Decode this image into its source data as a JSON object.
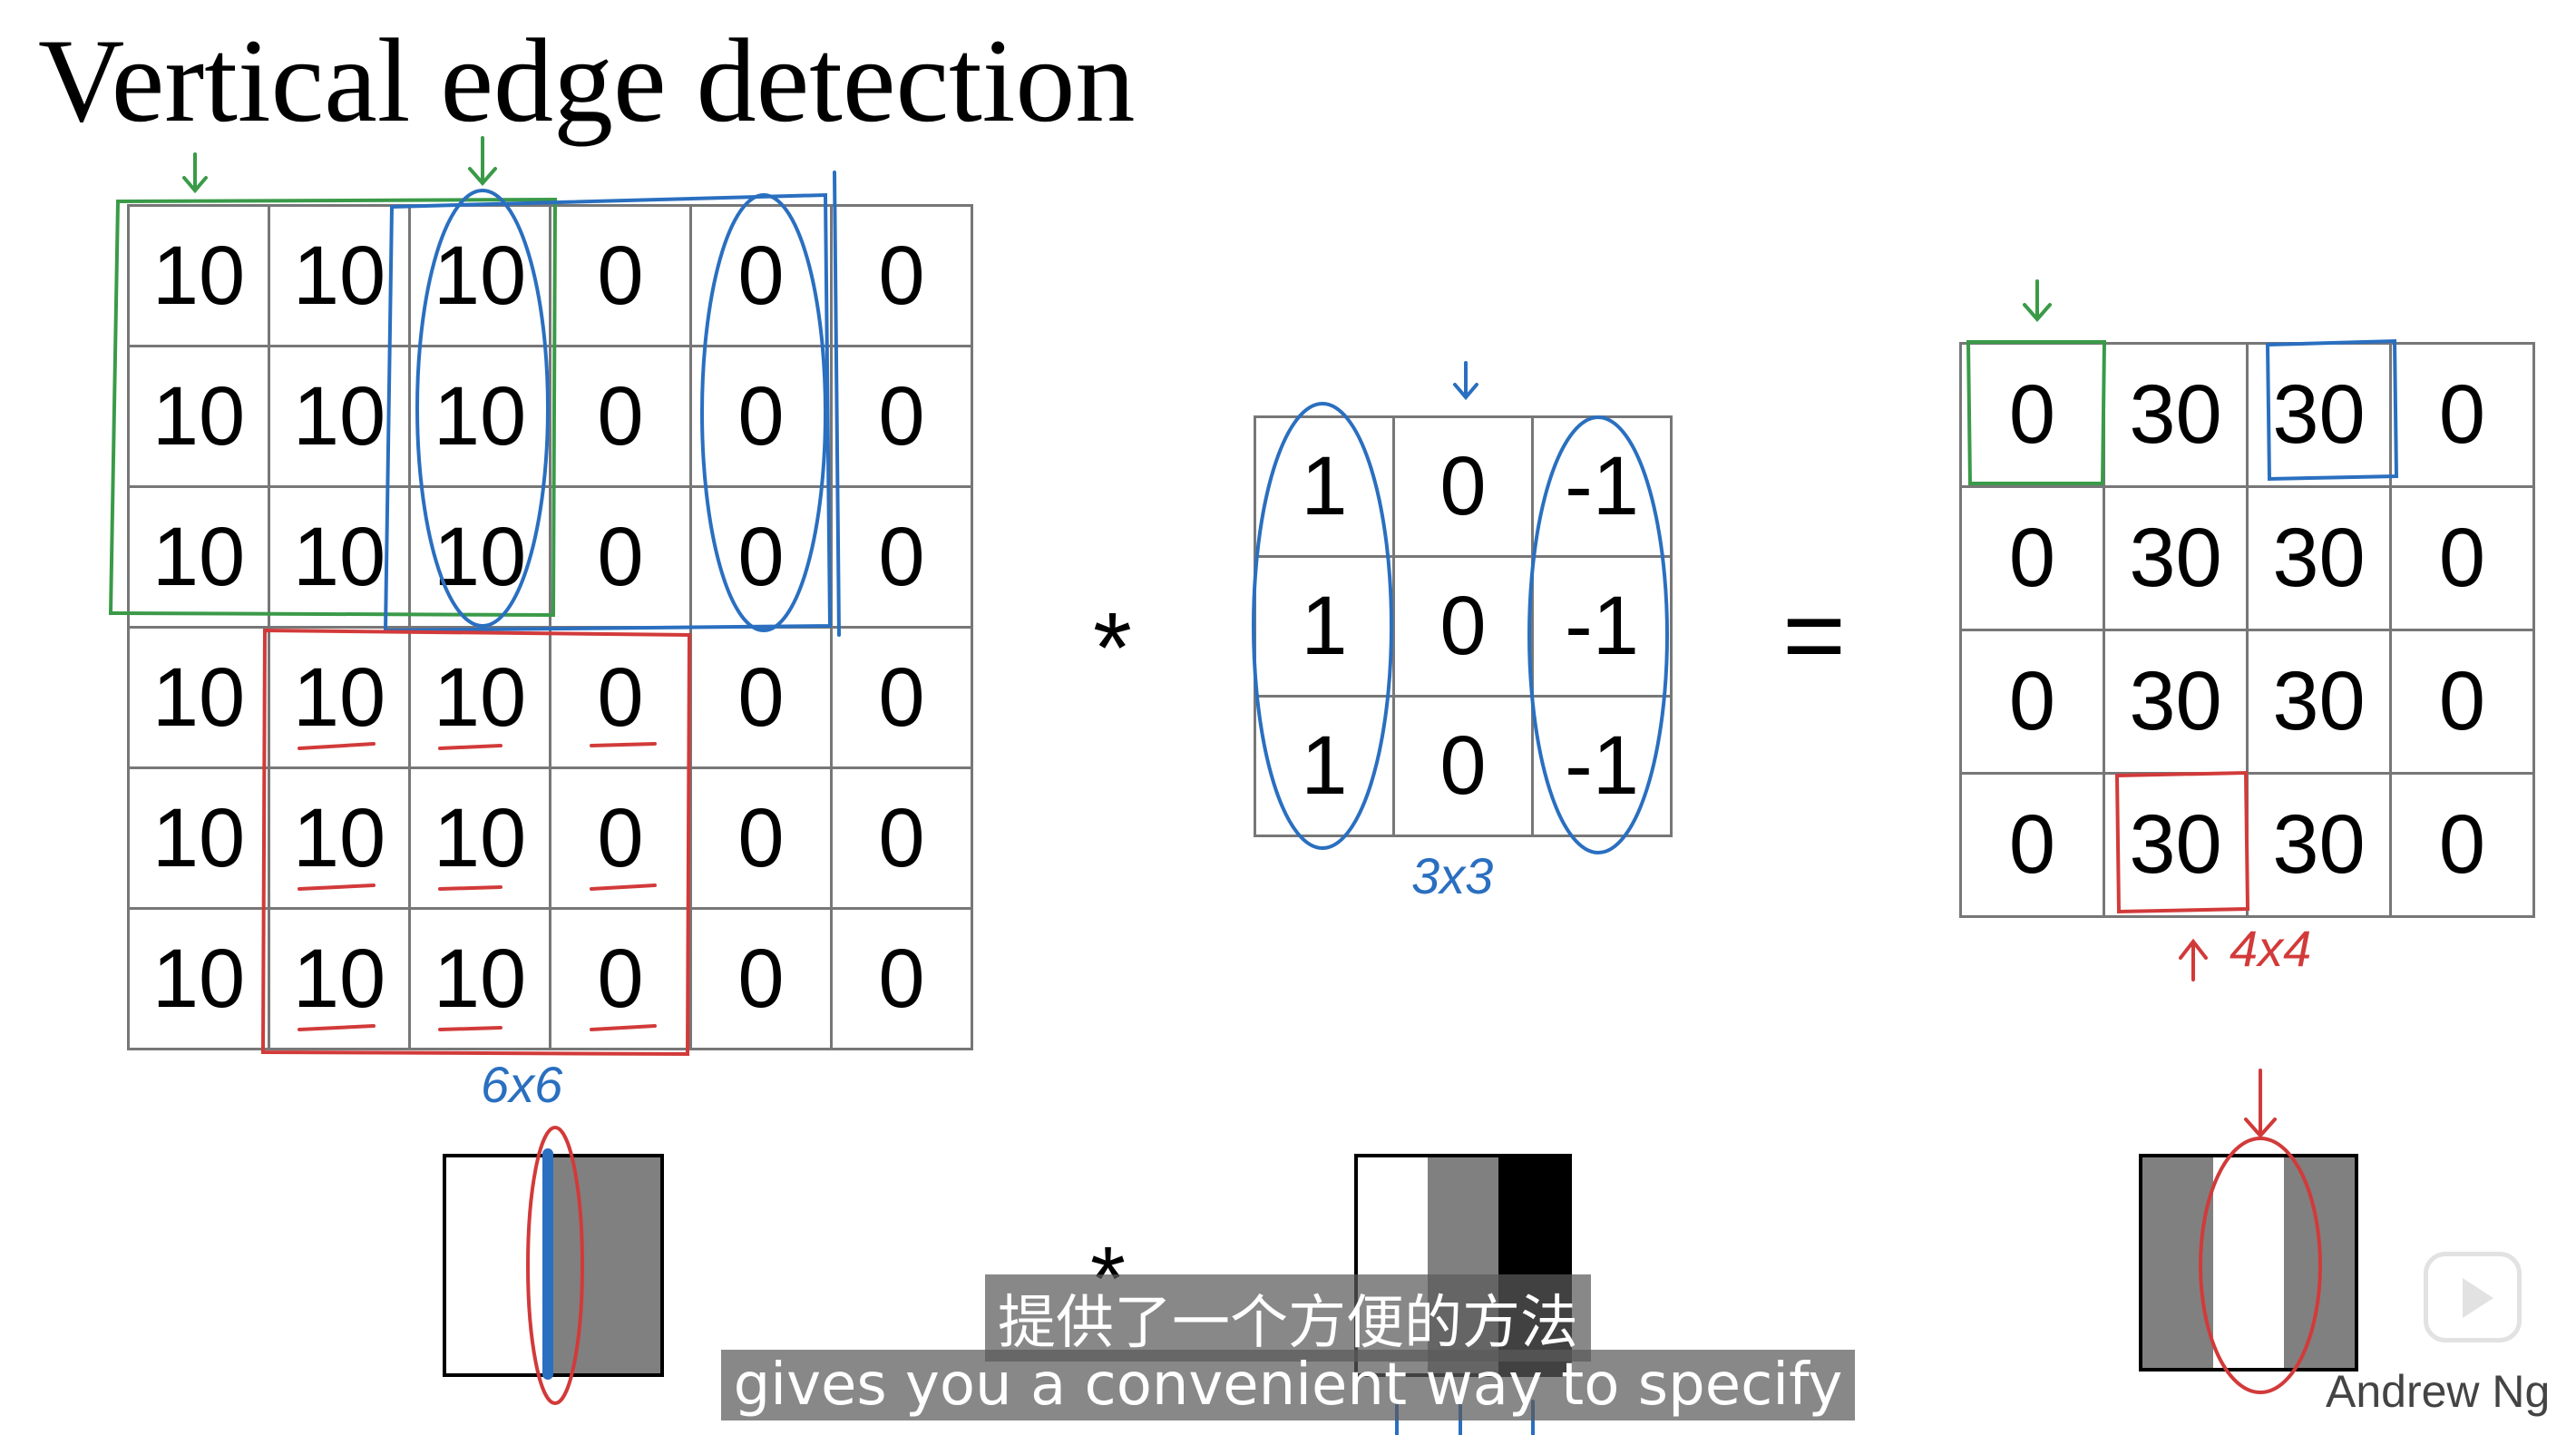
{
  "title": "Vertical edge detection",
  "input_matrix": {
    "rows": [
      [
        "10",
        "10",
        "10",
        "0",
        "0",
        "0"
      ],
      [
        "10",
        "10",
        "10",
        "0",
        "0",
        "0"
      ],
      [
        "10",
        "10",
        "10",
        "0",
        "0",
        "0"
      ],
      [
        "10",
        "10",
        "10",
        "0",
        "0",
        "0"
      ],
      [
        "10",
        "10",
        "10",
        "0",
        "0",
        "0"
      ],
      [
        "10",
        "10",
        "10",
        "0",
        "0",
        "0"
      ]
    ],
    "size_label": "6x6"
  },
  "filter_matrix": {
    "rows": [
      [
        "1",
        "0",
        "-1"
      ],
      [
        "1",
        "0",
        "-1"
      ],
      [
        "1",
        "0",
        "-1"
      ]
    ],
    "size_label": "3x3"
  },
  "output_matrix": {
    "rows": [
      [
        "0",
        "30",
        "30",
        "0"
      ],
      [
        "0",
        "30",
        "30",
        "0"
      ],
      [
        "0",
        "30",
        "30",
        "0"
      ],
      [
        "0",
        "30",
        "30",
        "0"
      ]
    ],
    "size_label": "4x4"
  },
  "operators": {
    "convolution": "*",
    "equals": "="
  },
  "intensity_strips": {
    "input": [
      "#ffffff",
      "#808080"
    ],
    "filter": [
      "#ffffff",
      "#808080",
      "#000000"
    ],
    "output": [
      "#808080",
      "#ffffff",
      "#808080"
    ]
  },
  "annotation_colors": {
    "green": "#3a9a48",
    "blue": "#2a6fc0",
    "red": "#d23a3a"
  },
  "subtitles": {
    "zh": "提供了一个方便的方法",
    "en": "gives you a convenient way to specify"
  },
  "credit": "Andrew Ng",
  "play_icon": "play-button-icon"
}
